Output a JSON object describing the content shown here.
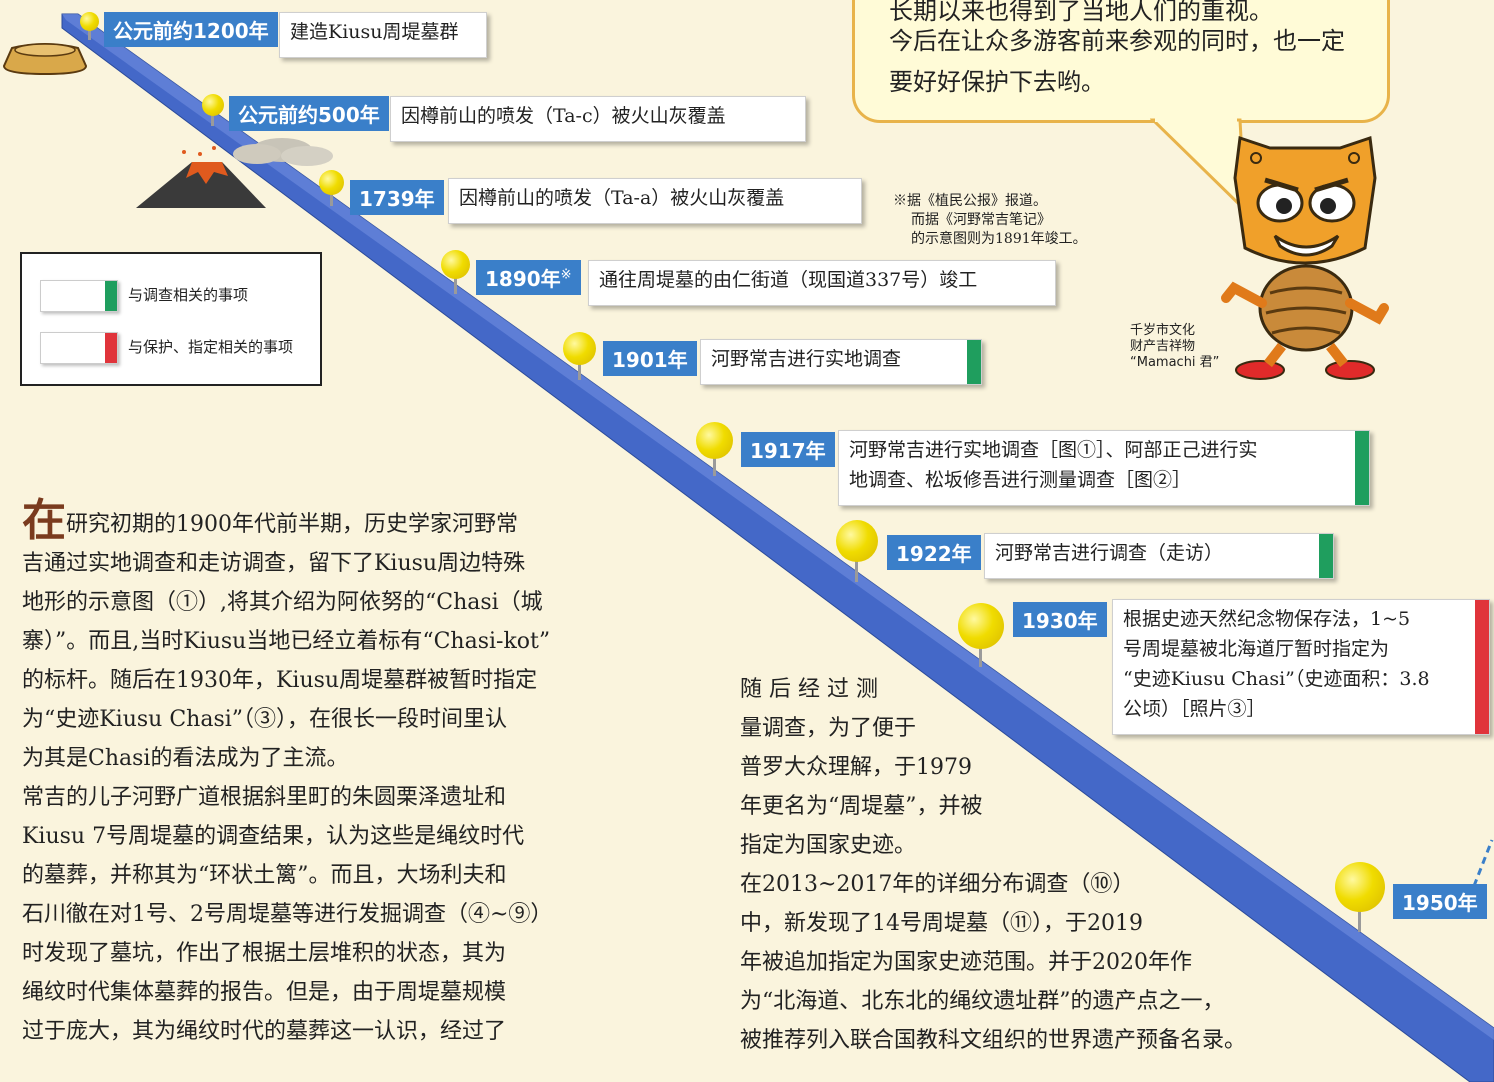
{
  "speech_bubble": {
    "line1": "长期以来也得到了当地人们的重视。",
    "line2": "今后在让众多游客前来参观的同时，也一定",
    "line3": "要好好保护下去哟。"
  },
  "timeline": [
    {
      "year": "公元前约1200年",
      "event": "建造Kiusu周堤墓群",
      "tag": ""
    },
    {
      "year": "公元前约500年",
      "event": "因樽前山的喷发（Ta-c）被火山灰覆盖",
      "tag": ""
    },
    {
      "year": "1739年",
      "event": "因樽前山的喷发（Ta-a）被火山灰覆盖",
      "tag": ""
    },
    {
      "year": "1890年",
      "mark": "※",
      "event": "通往周堤墓的由仁街道（现国道337号）竣工",
      "tag": ""
    },
    {
      "year": "1901年",
      "event": "河野常吉进行实地调查",
      "tag": "survey"
    },
    {
      "year": "1917年",
      "event": "河野常吉进行实地调查［图①］、阿部正己进行实地调查、松坂修吾进行测量调查［图②］",
      "event_line1": "河野常吉进行实地调查［图①］、阿部正己进行实",
      "event_line2": "地调查、松坂修吾进行测量调查［图②］",
      "tag": "survey"
    },
    {
      "year": "1922年",
      "event": "河野常吉进行调查（走访）",
      "tag": "survey"
    },
    {
      "year": "1930年",
      "event_lines": [
        "根据史迹天然纪念物保存法，1~5",
        "号周堤墓被北海道厅暂时指定为",
        "“史迹Kiusu Chasi”（史迹面积：3.8",
        "公顷）［照片③］"
      ],
      "tag": "protection"
    },
    {
      "year": "1950年",
      "event": "",
      "tag": ""
    }
  ],
  "legend": {
    "survey_label": "与调查相关的事项",
    "protection_label": "与保护、指定相关的事项",
    "survey_color": "#1f9e5e",
    "protection_color": "#e0343b"
  },
  "note": {
    "line1": "※据《植民公报》报道。",
    "line2": "而据《河野常吉笔记》",
    "line3": "的示意图则为1891年竣工。"
  },
  "mascot": {
    "line1": "千岁市文化",
    "line2": "财产吉祥物",
    "line3": "“Mamachi 君”"
  },
  "main_text": {
    "initial": "在",
    "lines": [
      "研究初期的1900年代前半期，历史学家河野常",
      "吉通过实地调查和走访调查，留下了Kiusu周边特殊",
      "地形的示意图（①）,将其介绍为阿依努的“Chasi（城",
      "寨）”。而且,当时Kiusu当地已经立着标有“Chasi-kot”",
      "的标杆。随后在1930年，Kiusu周堤墓群被暂时指定",
      "为“史迹Kiusu Chasi”（③），在很长一段时间里认",
      "为其是Chasi的看法成为了主流。",
      "常吉的儿子河野广道根据斜里町的朱圆栗泽遗址和",
      "Kiusu 7号周堤墓的调查结果，认为这些是绳纹时代",
      "的墓葬，并称其为“环状土篱”。而且，大场利夫和",
      "石川徹在对1号、2号周堤墓等进行发掘调查（④~⑨）",
      "时发现了墓坑，作出了根据土层堆积的状态，其为",
      "绳纹时代集体墓葬的报告。但是，由于周堤墓规模",
      "过于庞大，其为绳纹时代的墓葬这一认识，经过了"
    ]
  },
  "right_text": {
    "lines": [
      "随 后 经 过 测",
      "量调查，为了便于",
      "普罗大众理解，于1979",
      "年更名为“周堤墓”，并被",
      "指定为国家史迹。",
      "在2013~2017年的详细分布调查（⑩）",
      "中，新发现了14号周堤墓（⑪），于2019",
      "年被追加指定为国家史迹范围。并于2020年作",
      "为“北海道、北东北的绳纹遗址群”的遗产点之一，",
      "被推荐列入联合国教科文组织的世界遗产预备名录。"
    ]
  }
}
